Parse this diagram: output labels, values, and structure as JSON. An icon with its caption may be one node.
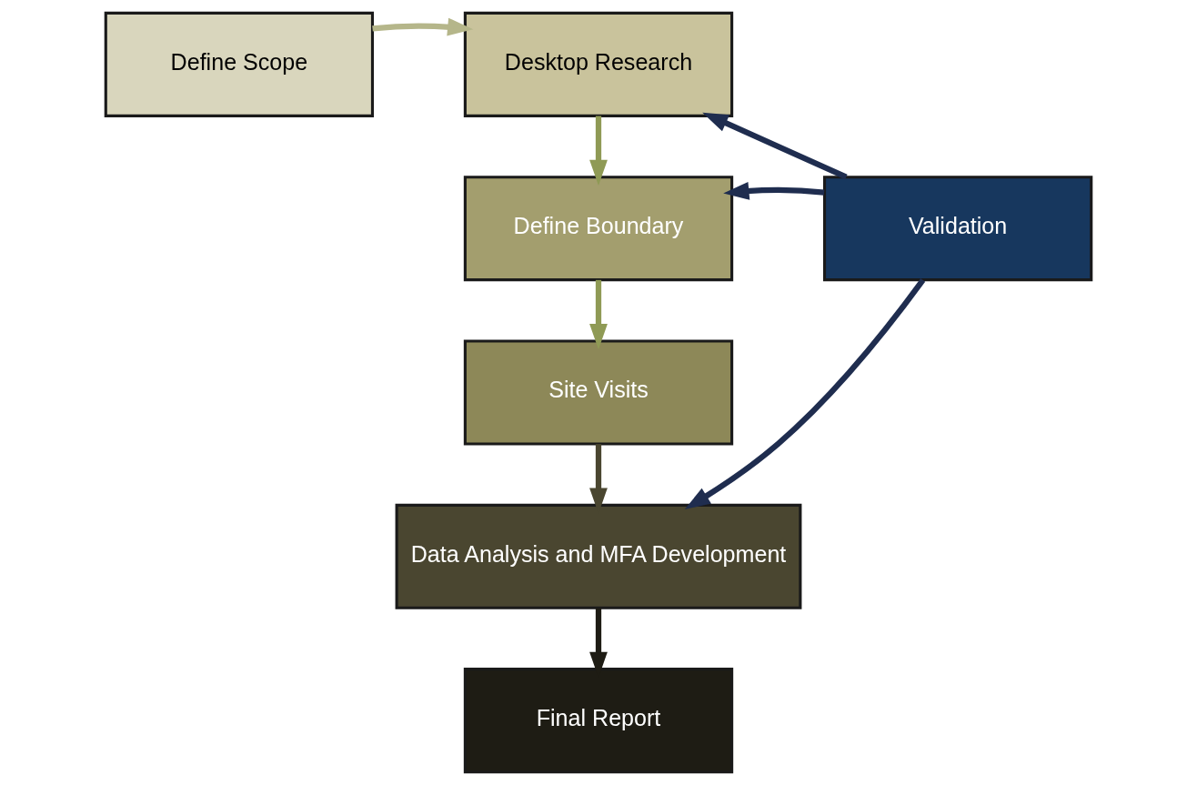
{
  "diagram": {
    "nodes": [
      {
        "text": [
          "Define Scope"
        ]
      },
      {
        "text": [
          "Desktop Research"
        ]
      },
      {
        "text": [
          "Define Boundary"
        ]
      },
      {
        "text": [
          "Site Visits"
        ]
      },
      {
        "text": [
          "Data Analysis and MFA Development"
        ]
      },
      {
        "text": [
          "Final Report"
        ]
      },
      {
        "text": [
          "Validation"
        ]
      }
    ],
    "edges": [
      {
        "from": 0,
        "to": 1,
        "arrow": "to",
        "color": "#b5b68a"
      },
      {
        "from": 1,
        "to": 2,
        "arrow": "to",
        "color": "#8f9a55"
      },
      {
        "from": 2,
        "to": 3,
        "arrow": "to",
        "color": "#8f9a55"
      },
      {
        "from": 3,
        "to": 4,
        "arrow": "to",
        "color": "#4a4630"
      },
      {
        "from": 4,
        "to": 5,
        "arrow": "to",
        "color": "#1e1c14"
      },
      {
        "from": 6,
        "to": 1,
        "arrow": "to",
        "color": "#1f2d4f"
      },
      {
        "from": 6,
        "to": 2,
        "arrow": "to",
        "color": "#1f2d4f"
      },
      {
        "from": 6,
        "to": 4,
        "arrow": "to",
        "color": "#1f2d4f"
      }
    ]
  }
}
